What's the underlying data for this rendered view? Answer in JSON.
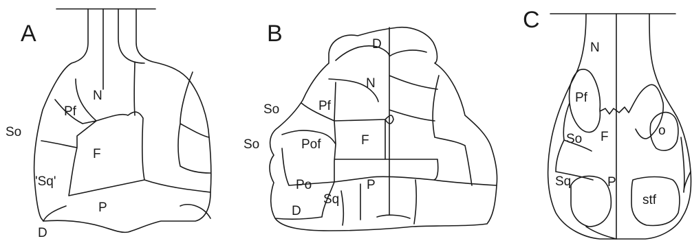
{
  "panels": [
    {
      "letter": "A",
      "labels": {
        "n": "N",
        "pf": "Pf",
        "so": "So",
        "f": "F",
        "sq": "'Sq'",
        "p": "P",
        "d": "D"
      }
    },
    {
      "letter": "B",
      "labels": {
        "d_top": "D",
        "n": "N",
        "so1": "So",
        "pf": "Pf",
        "so2": "So",
        "pof": "Pof",
        "f": "F",
        "po": "Po",
        "sq": "Sq",
        "p": "P",
        "d_bottom": "D"
      }
    },
    {
      "letter": "C",
      "labels": {
        "n": "N",
        "pf": "Pf",
        "o": "o",
        "so": "So",
        "f": "F",
        "sq": "Sq",
        "p": "P",
        "stf": "stf"
      }
    }
  ]
}
